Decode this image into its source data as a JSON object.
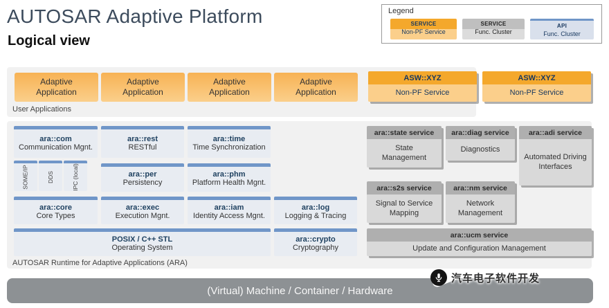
{
  "page": {
    "title": "AUTOSAR Adaptive Platform",
    "subtitle": "Logical view"
  },
  "legend": {
    "title": "Legend",
    "items": [
      {
        "header": "SERVICE",
        "body": "Non-PF Service"
      },
      {
        "header": "SERVICE",
        "body": "Func. Cluster"
      },
      {
        "header": "API",
        "body": "Func. Cluster"
      }
    ]
  },
  "user_apps": {
    "band_label": "User Applications",
    "apps": [
      "Adaptive\nApplication",
      "Adaptive\nApplication",
      "Adaptive\nApplication",
      "Adaptive\nApplication"
    ],
    "nonpf_services": [
      {
        "name": "ASW::XYZ",
        "desc": "Non-PF Service"
      },
      {
        "name": "ASW::XYZ",
        "desc": "Non-PF Service"
      }
    ]
  },
  "ara": {
    "band_label": "AUTOSAR Runtime for Adaptive Applications (ARA)",
    "protocols": [
      "SOME/IP",
      "DDS",
      "IPC (local)"
    ],
    "clusters": {
      "com": {
        "name": "ara::com",
        "desc": "Communication Mgnt."
      },
      "rest": {
        "name": "ara::rest",
        "desc": "RESTful"
      },
      "time": {
        "name": "ara::time",
        "desc": "Time Synchronization"
      },
      "per": {
        "name": "ara::per",
        "desc": "Persistency"
      },
      "phm": {
        "name": "ara::phm",
        "desc": "Platform Health Mgnt."
      },
      "core": {
        "name": "ara::core",
        "desc": "Core Types"
      },
      "exec": {
        "name": "ara::exec",
        "desc": "Execution Mgnt."
      },
      "iam": {
        "name": "ara::iam",
        "desc": "Identity Access Mgnt."
      },
      "log": {
        "name": "ara::log",
        "desc": "Logging & Tracing"
      },
      "os": {
        "name": "POSIX / C++ STL",
        "desc": "Operating System"
      },
      "crypto": {
        "name": "ara::crypto",
        "desc": "Cryptography"
      }
    },
    "services": {
      "state": {
        "name": "ara::state service",
        "desc": "State\nManagement"
      },
      "diag": {
        "name": "ara::diag service",
        "desc": "Diagnostics"
      },
      "adi": {
        "name": "ara::adi service",
        "desc": "Automated Driving\nInterfaces"
      },
      "s2s": {
        "name": "ara::s2s service",
        "desc": "Signal to Service\nMapping"
      },
      "nm": {
        "name": "ara::nm service",
        "desc": "Network\nManagement"
      },
      "ucm": {
        "name": "ara::ucm service",
        "desc": "Update and Configuration Management"
      }
    }
  },
  "hardware": {
    "label": "(Virtual) Machine / Container / Hardware"
  },
  "watermark": {
    "text": "汽车电子软件开发"
  },
  "colors": {
    "orange_header": "#F4A82C",
    "orange_body": "#FBCF8B",
    "app_gradient_top": "#F7B254",
    "cluster_blue_border": "#7096C8",
    "cluster_body": "#E8ECF2",
    "gray_header": "#AFAFAF",
    "gray_body": "#D9D9D9",
    "band_background": "#F1F1F1",
    "hardware_bar": "#8D9194",
    "title_color": "#3C4B5C",
    "navy_text": "#17375E"
  }
}
